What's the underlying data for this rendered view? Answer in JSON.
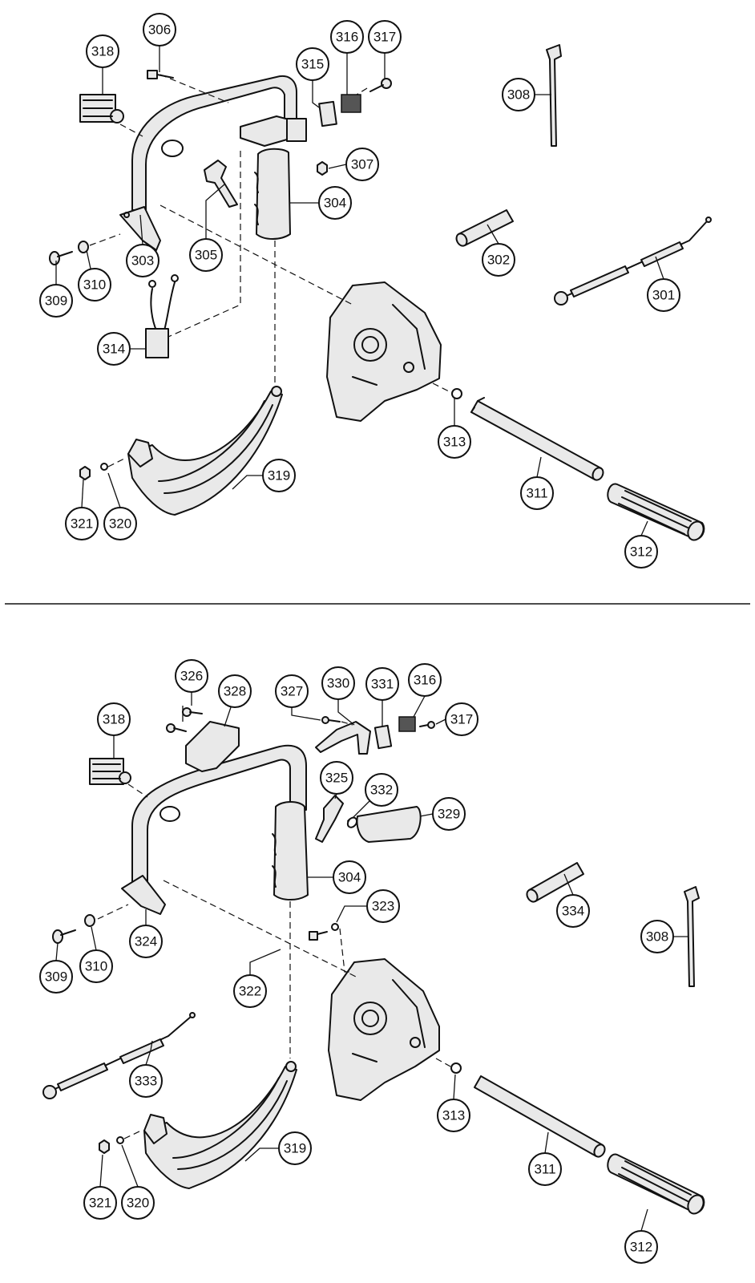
{
  "diagram": {
    "top_section": {
      "callouts": [
        "306",
        "318",
        "315",
        "316",
        "317",
        "308",
        "307",
        "304",
        "302",
        "301",
        "303",
        "305",
        "309",
        "310",
        "314",
        "313",
        "319",
        "311",
        "312",
        "321",
        "320"
      ]
    },
    "bottom_section": {
      "callouts": [
        "326",
        "328",
        "318",
        "327",
        "330",
        "331",
        "316",
        "317",
        "325",
        "332",
        "329",
        "304",
        "334",
        "308",
        "323",
        "324",
        "309",
        "310",
        "322",
        "333",
        "313",
        "319",
        "311",
        "312",
        "321",
        "320"
      ]
    }
  }
}
